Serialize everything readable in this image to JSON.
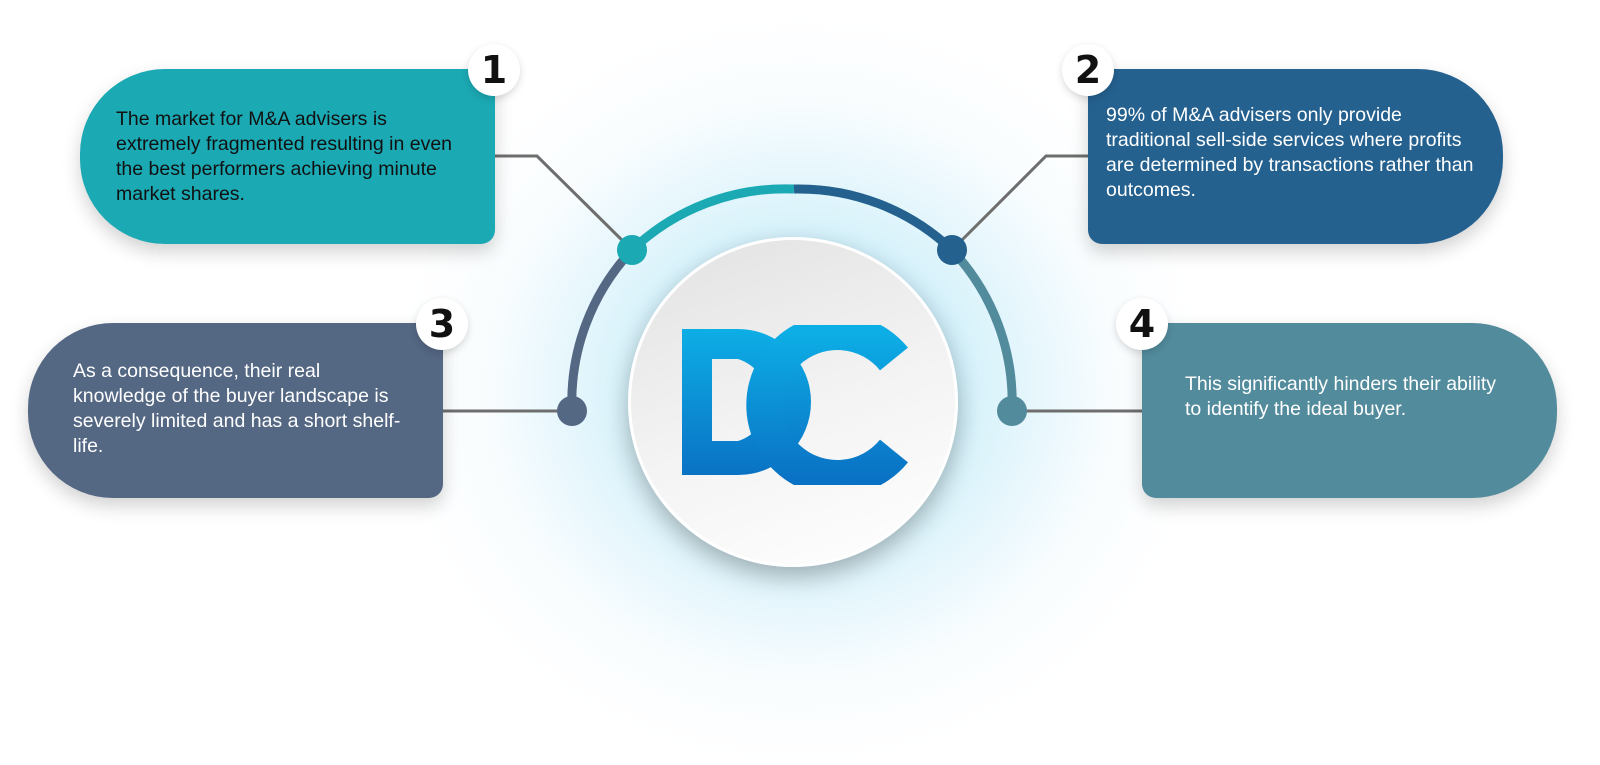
{
  "colors": {
    "teal": "#1BA9B4",
    "navy_blue": "#24618F",
    "slate": "#546783",
    "steel_teal": "#528B9C",
    "connector_gray": "#6E6E6E",
    "logo_blue_light": "#0DAEE6",
    "logo_blue_dark": "#0A72C4"
  },
  "logo": {
    "text": "DC",
    "icon": "dc-logo"
  },
  "items": [
    {
      "number": "1",
      "text": "The market for M&A advisers is extremely fragmented resulting in even the best performers achieving minute market shares."
    },
    {
      "number": "2",
      "text": "99% of M&A advisers only provide traditional sell-side services where profits are determined by transactions rather than outcomes."
    },
    {
      "number": "3",
      "text": "As a consequence, their real knowledge of the buyer landscape is severely limited and has a short shelf-life."
    },
    {
      "number": "4",
      "text": "This significantly hinders their ability to identify the ideal buyer."
    }
  ]
}
